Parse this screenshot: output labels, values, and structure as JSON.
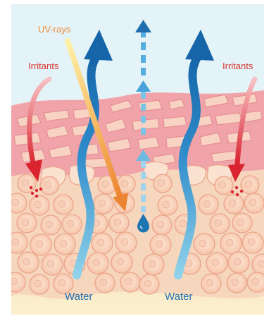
{
  "labels": {
    "uv_rays": "UV-rays",
    "irritants_left": "Irritants",
    "irritants_right": "Irritants",
    "water_left": "Water",
    "water_right": "Water"
  },
  "colors": {
    "sky": "#e3f3f7",
    "base_layer": "#fbe9c6",
    "epidermis": "#f6d6bd",
    "stratum_corneum": "#f0a3a9",
    "flake": "#f8d3c3",
    "cell_fill": "#f9d3be",
    "cell_outline": "#e9a58b",
    "water_blue": "#1f74b3",
    "water_light": "#7fc8e4",
    "irritant_red": "#d9232e",
    "uv_orange": "#ef8d3a",
    "uv_yellow": "#fde58f",
    "label_red": "#d8322d",
    "label_orange": "#ef8d3a",
    "label_blue": "#1f6fb0"
  },
  "icons": [
    "wavy-water-arrow",
    "dotted-evaporation-arrow",
    "water-droplet",
    "uv-ray-arrow",
    "irritant-arrow",
    "skin-cell"
  ]
}
